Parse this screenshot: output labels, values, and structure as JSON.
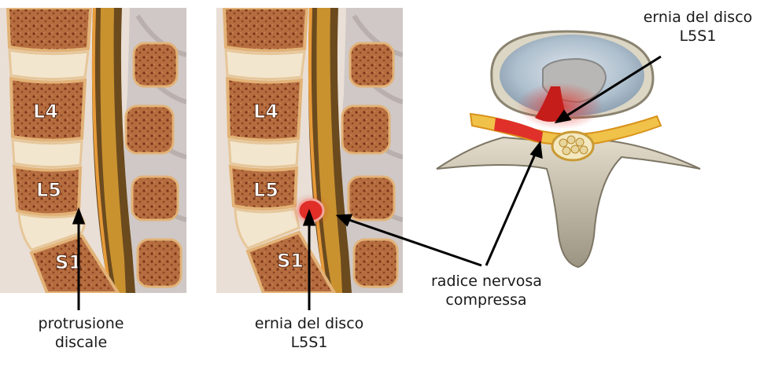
{
  "vertebrae": {
    "l4": "L4",
    "l5": "L5",
    "s1": "S1"
  },
  "labels": {
    "protrusion": {
      "line1": "protrusione",
      "line2": "discale"
    },
    "hernia_side": {
      "line1": "ernia del disco",
      "line2": "L5S1"
    },
    "hernia_top": {
      "line1": "ernia del disco",
      "line2": "L5S1"
    },
    "nerve_root": {
      "line1": "radice nervosa",
      "line2": "compressa"
    }
  },
  "colors": {
    "bone": "#d9a466",
    "bone_spongy": "#b46a3c",
    "disc": "#f3e6cf",
    "canal": "#6b4a1e",
    "herniation": "#e0302a",
    "vertebra_top": "#d8d2c0",
    "disc_top": "#b9c6d2",
    "nerve": "#f0c24a"
  }
}
